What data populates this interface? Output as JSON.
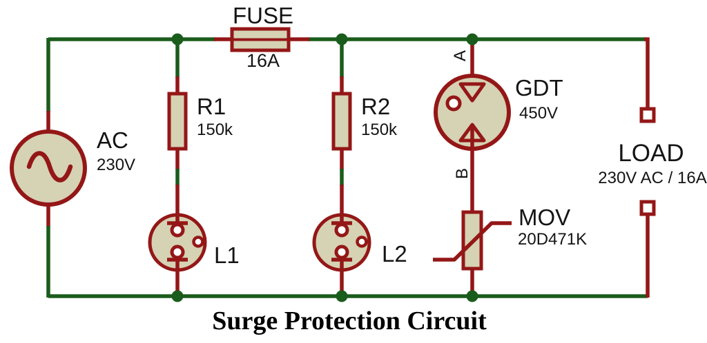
{
  "diagram_title": "Surge Protection Circuit",
  "colors": {
    "wire": "#1a5c1c",
    "component": "#941717",
    "component_fill": "#d6d2b4",
    "text": "#141414",
    "background": "#ffffff"
  },
  "components": {
    "ac_source": {
      "label": "AC",
      "value": "230V"
    },
    "fuse": {
      "label": "FUSE",
      "value": "16A"
    },
    "r1": {
      "label": "R1",
      "value": "150k"
    },
    "l1": {
      "label": "L1"
    },
    "r2": {
      "label": "R2",
      "value": "150k"
    },
    "l2": {
      "label": "L2"
    },
    "gdt": {
      "label": "GDT",
      "value": "450V",
      "terminal_a": "A",
      "terminal_b": "B"
    },
    "mov": {
      "label": "MOV",
      "value": "20D471K"
    },
    "load": {
      "label": "LOAD",
      "value": "230V AC / 16A"
    }
  }
}
